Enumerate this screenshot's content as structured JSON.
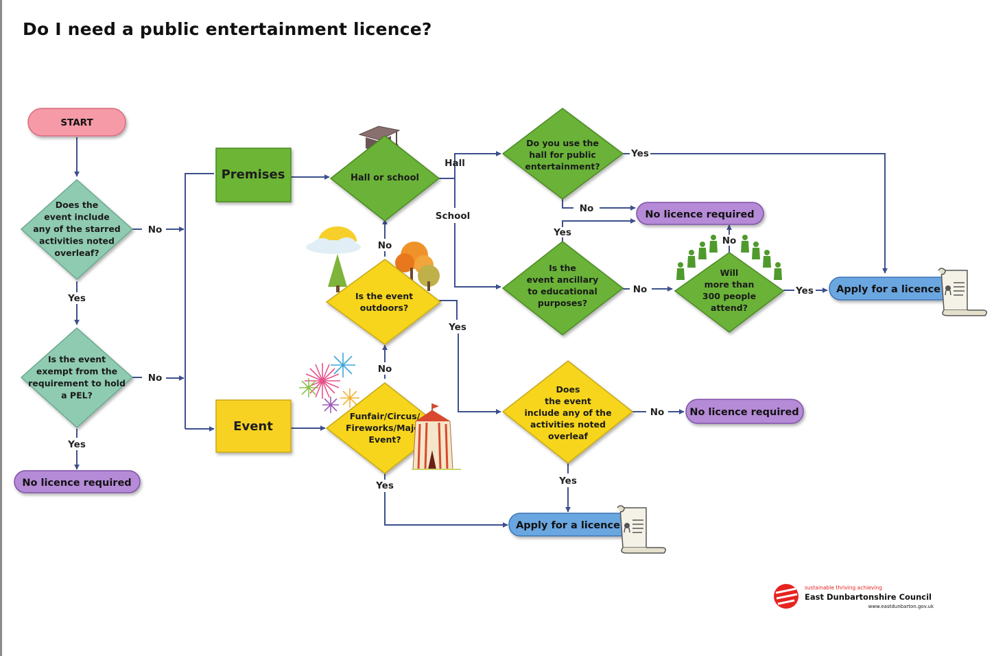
{
  "title": "Do I need a public entertainment licence?",
  "colors": {
    "connector": "#3c4f8c",
    "decision_green": "#6ab338",
    "decision_teal": "#8fcbb1",
    "decision_yellow": "#f6d51f",
    "start_pink": "#f59aa6",
    "no_licence_purple": "#b58ad6",
    "apply_blue": "#6aa6e0",
    "premises_green": "#6cb534",
    "event_yellow": "#f8d224"
  },
  "nodes": {
    "start": "START",
    "q_starred": [
      "Does the",
      "event include",
      "any of the starred",
      "activities noted",
      "overleaf?"
    ],
    "q_exempt": [
      "Is the event",
      "exempt from the",
      "requirement to hold",
      "a PEL?"
    ],
    "no_licence_left": "No licence required",
    "premises": "Premises",
    "event": "Event",
    "q_hall_school": "Hall or school",
    "q_outdoors": [
      "Is the event",
      "outdoors?"
    ],
    "q_funfair": [
      "Funfair/Circus/",
      "Fireworks/Major",
      "Event?"
    ],
    "q_hall_use": [
      "Do you use the",
      "hall for public",
      "entertainment?"
    ],
    "q_ancillary": [
      "Is the",
      "event ancillary",
      "to educational",
      "purposes?"
    ],
    "q_300": [
      "Will",
      "more than",
      "300 people",
      "attend?"
    ],
    "q_listed": [
      "Does",
      "the event",
      "include any of the",
      "activities noted",
      "overleaf"
    ],
    "no_licence_top": "No licence required",
    "no_licence_mid": "No licence required",
    "apply_right": "Apply for a licence",
    "apply_bottom": "Apply for a licence"
  },
  "edges": {
    "no": "No",
    "yes": "Yes",
    "hall": "Hall",
    "school": "School"
  },
  "icons": [
    "graduation-cap-icon",
    "sun-cloud-icon",
    "tree-icon",
    "autumn-trees-icon",
    "fireworks-icon",
    "circus-tent-icon",
    "crowd-icon",
    "scroll-icon"
  ],
  "logo": {
    "tagline": "sustainable thriving achieving",
    "name": "East Dunbartonshire Council",
    "url": "www.eastdunbarton.gov.uk"
  }
}
